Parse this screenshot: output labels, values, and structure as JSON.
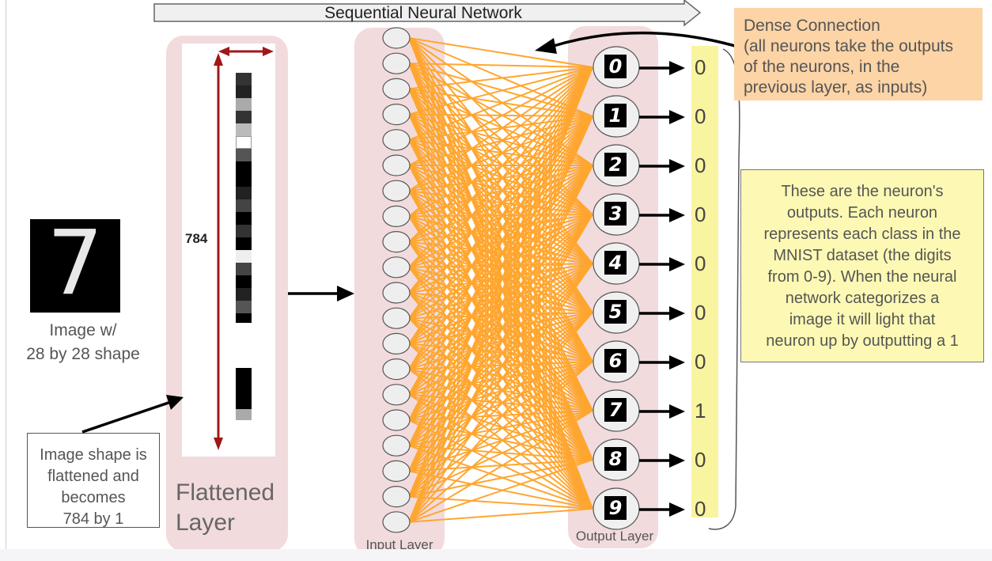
{
  "title": "Sequential Neural Network",
  "input_image": {
    "digit": "7",
    "caption_line1": "Image w/",
    "caption_line2": "28 by 28 shape"
  },
  "flattened": {
    "dimension_label": "784",
    "layer_label_line1": "Flattened",
    "layer_label_line2": "Layer"
  },
  "flatten_note": {
    "line1": "Image shape is",
    "line2": "flattened and",
    "line3": "becomes",
    "line4": "784 by 1"
  },
  "input_layer": {
    "label": "Input Layer",
    "neuron_count": 20
  },
  "output_layer": {
    "label": "Output Layer",
    "neurons": [
      {
        "digit": "0",
        "output": "0"
      },
      {
        "digit": "1",
        "output": "0"
      },
      {
        "digit": "2",
        "output": "0"
      },
      {
        "digit": "3",
        "output": "0"
      },
      {
        "digit": "4",
        "output": "0"
      },
      {
        "digit": "5",
        "output": "0"
      },
      {
        "digit": "6",
        "output": "0"
      },
      {
        "digit": "7",
        "output": "1"
      },
      {
        "digit": "8",
        "output": "0"
      },
      {
        "digit": "9",
        "output": "0"
      }
    ]
  },
  "dense_note": {
    "line1": "Dense Connection",
    "line2": "(all neurons take the outputs",
    "line3": "of the neurons, in the",
    "line4": "previous layer, as inputs)"
  },
  "outputs_note": {
    "line1": "These are the neuron's",
    "line2": "outputs. Each neuron",
    "line3": "represents each class in the",
    "line4": "MNIST dataset (the digits",
    "line5": "from 0-9). When the neural",
    "line6": "network categorizes a",
    "line7": "image it will light that",
    "line8": "neuron up by outputting a 1"
  },
  "colors": {
    "panel": "#f2dbdd",
    "connections": "#ffa630",
    "arrow_red": "#a01818",
    "dense_note_bg": "#fcd4a6",
    "outputs_note_bg": "#fdf9b4",
    "output_column_bg": "#f9f4a0"
  }
}
